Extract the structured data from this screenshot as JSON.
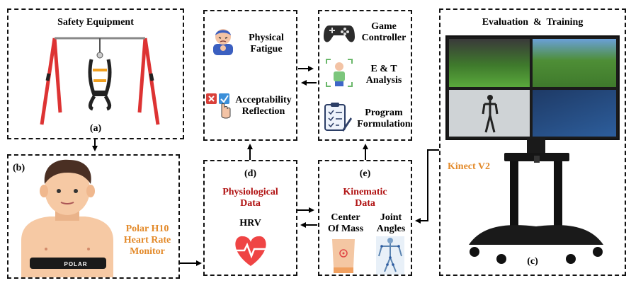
{
  "safety": {
    "title": "Safety Equipment",
    "tag": "(a)"
  },
  "person": {
    "tag": "(b)",
    "monitor_line1": "Polar H10",
    "monitor_line2": "Heart Rate",
    "monitor_line3": "Monitor",
    "strap_brand": "POLAR"
  },
  "fatigue": {
    "line1": "Physical",
    "line2": "Fatigue",
    "accept_line1": "Acceptability",
    "accept_line2": "Reflection"
  },
  "game": {
    "controller_line1": "Game",
    "controller_line2": "Controller",
    "et_line1": "E & T",
    "et_line2": "Analysis",
    "prog_line1": "Program",
    "prog_line2": "Formulation"
  },
  "physio": {
    "tag": "(d)",
    "title_line1": "Physiological",
    "title_line2": "Data",
    "hrv": "HRV"
  },
  "kine": {
    "tag": "(e)",
    "title_line1": "Kinematic",
    "title_line2": "Data",
    "com_line1": "Center",
    "com_line2": "Of Mass",
    "joint_line1": "Joint",
    "joint_line2": "Angles"
  },
  "eval": {
    "title": "Evaluation  &  Training",
    "kinect": "Kinect V2",
    "tag": "(c)"
  },
  "icons": [
    "gamepad-icon",
    "person-icon",
    "clipboard-icon",
    "heart-rate-icon",
    "check-cross-icon"
  ],
  "colors": {
    "accent_red": "#b01212",
    "accent_orange": "#e38a2a"
  }
}
